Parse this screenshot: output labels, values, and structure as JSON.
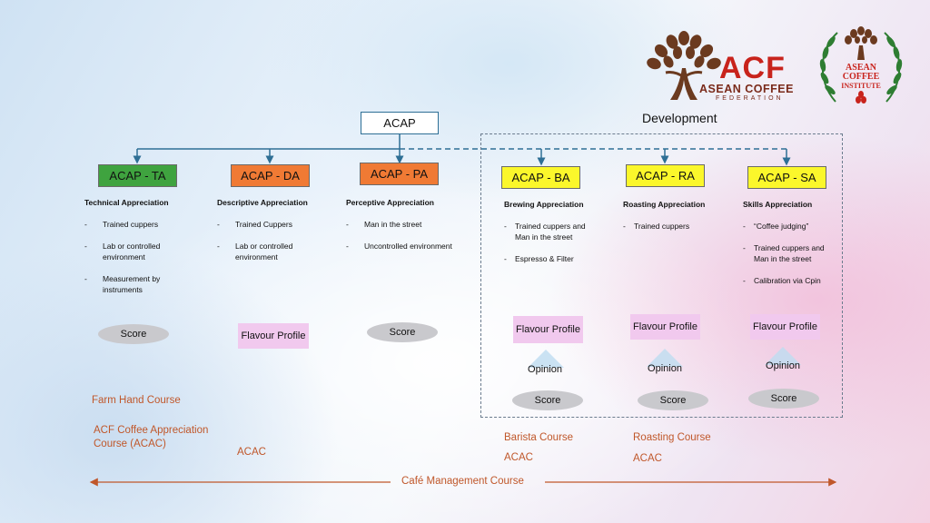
{
  "top_node": "ACAP",
  "development_label": "Development",
  "columns": [
    {
      "code": "ACAP - TA",
      "heading": "Technical Appreciation",
      "bullets": [
        "Trained cuppers",
        "Lab or controlled environment",
        "Measurement by instruments"
      ],
      "outcome": "Score"
    },
    {
      "code": "ACAP - DA",
      "heading": "Descriptive Appreciation",
      "bullets": [
        "Trained Cuppers",
        "Lab or controlled environment"
      ],
      "outcome": "Flavour Profile"
    },
    {
      "code": "ACAP - PA",
      "heading": "Perceptive Appreciation",
      "bullets": [
        "Man in the street",
        "Uncontrolled environment"
      ],
      "outcome": "Score"
    },
    {
      "code": "ACAP - BA",
      "heading": "Brewing Appreciation",
      "bullets": [
        "Trained cuppers and Man in the street",
        "Espresso & Filter"
      ],
      "flavour": "Flavour Profile",
      "opinion": "Opinion",
      "score": "Score"
    },
    {
      "code": "ACAP - RA",
      "heading": "Roasting Appreciation",
      "bullets": [
        "Trained cuppers"
      ],
      "flavour": "Flavour Profile",
      "opinion": "Opinion",
      "score": "Score"
    },
    {
      "code": "ACAP - SA",
      "heading": "Skills Appreciation",
      "bullets": [
        "“Coffee judging”",
        "Trained cuppers and Man in the street",
        "Calibration via Cpin"
      ],
      "flavour": "Flavour Profile",
      "opinion": "Opinion",
      "score": "Score"
    }
  ],
  "courses": {
    "farm_hand": "Farm Hand Course",
    "acac_full": "ACF Coffee Appreciation Course (ACAC)",
    "acac_da": "ACAC",
    "barista": "Barista Course",
    "barista_acac": "ACAC",
    "roasting": "Roasting Course",
    "roasting_acac": "ACAC",
    "cafe_management": "Café Management Course"
  },
  "logos": {
    "acf_big": "ACF",
    "acf_line1": "ASEAN COFFEE",
    "acf_line2": "FEDERATION",
    "institute_line1": "ASEAN",
    "institute_line2": "COFFEE",
    "institute_line3": "INSTITUTE"
  },
  "colors": {
    "ta": "#3fa33f",
    "da_pa": "#f07a34",
    "dev": "#fbf72b",
    "connector": "#2e6f95",
    "course": "#c0572a",
    "brand_red": "#c8231c",
    "brand_brown": "#6b3a1f"
  },
  "dash_marker": "-"
}
